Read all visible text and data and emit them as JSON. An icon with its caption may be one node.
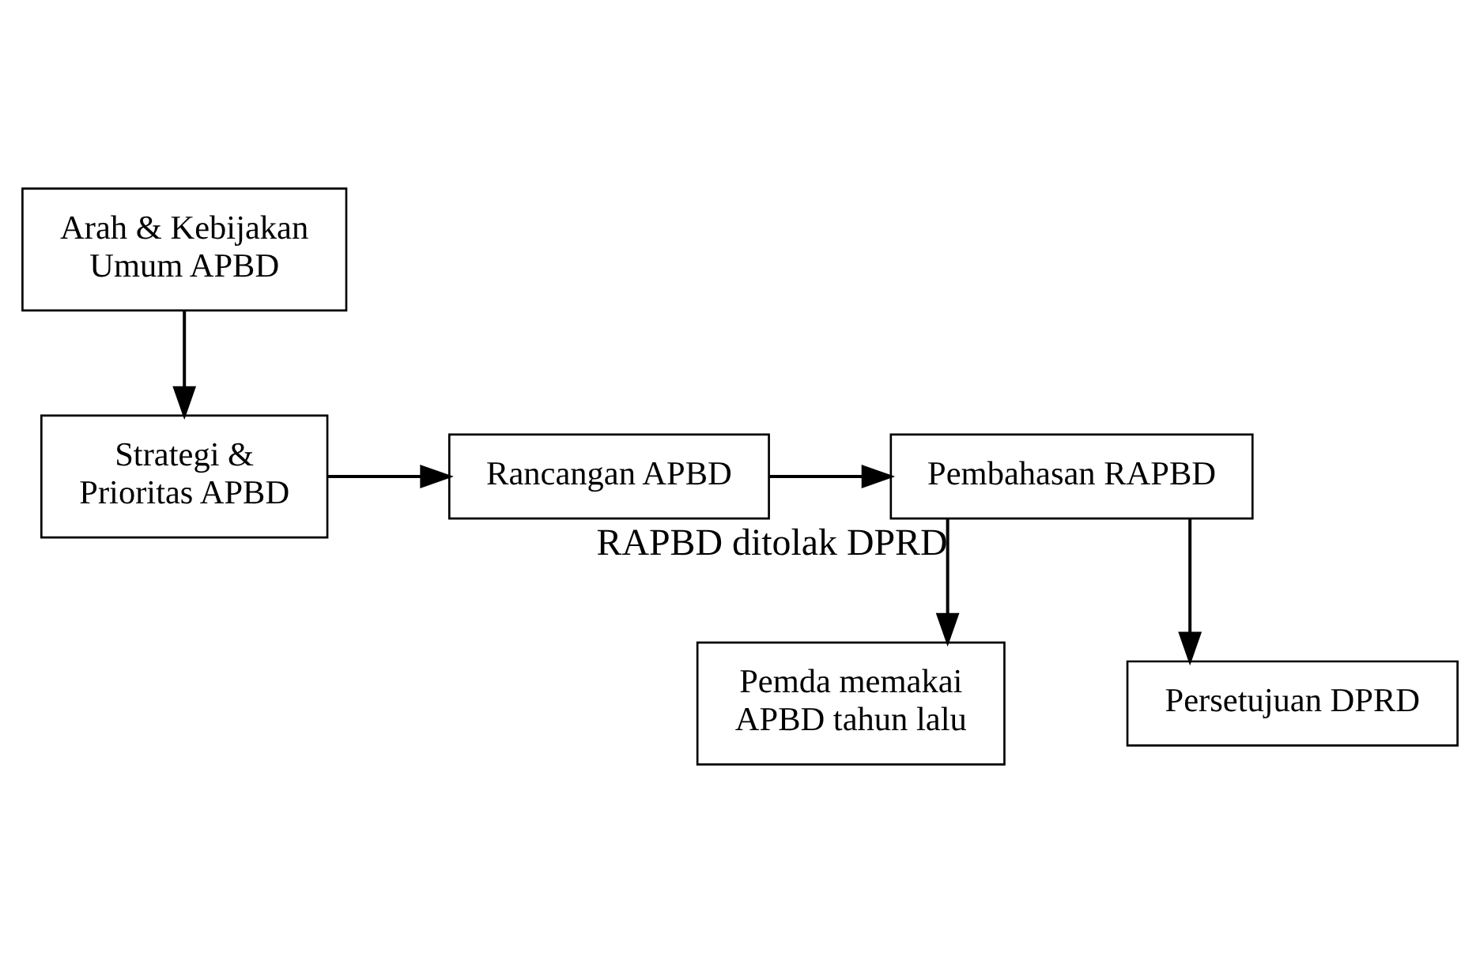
{
  "diagram": {
    "nodes": [
      {
        "text": [
          "Arah & Kebijakan Umum APBD"
        ]
      },
      {
        "text": [
          "Strategi & Prioritas APBD"
        ]
      },
      {
        "text": [
          "Rancangan APBD"
        ]
      },
      {
        "text": [
          "Pembahasan RAPBD"
        ]
      },
      {
        "text": [
          "Pemda memakai APBD tahun lalu"
        ]
      },
      {
        "text": [
          "Persetujuan DPRD"
        ]
      }
    ],
    "edges": [
      {
        "from": 0,
        "to": 1,
        "arrow": "to"
      },
      {
        "from": 1,
        "to": 2,
        "arrow": "to"
      },
      {
        "from": 2,
        "to": 3,
        "arrow": "to"
      },
      {
        "from": 3,
        "to": 4,
        "arrow": "to",
        "label": "RAPBD ditolak DPRD"
      },
      {
        "from": 3,
        "to": 5,
        "arrow": "to"
      }
    ]
  }
}
